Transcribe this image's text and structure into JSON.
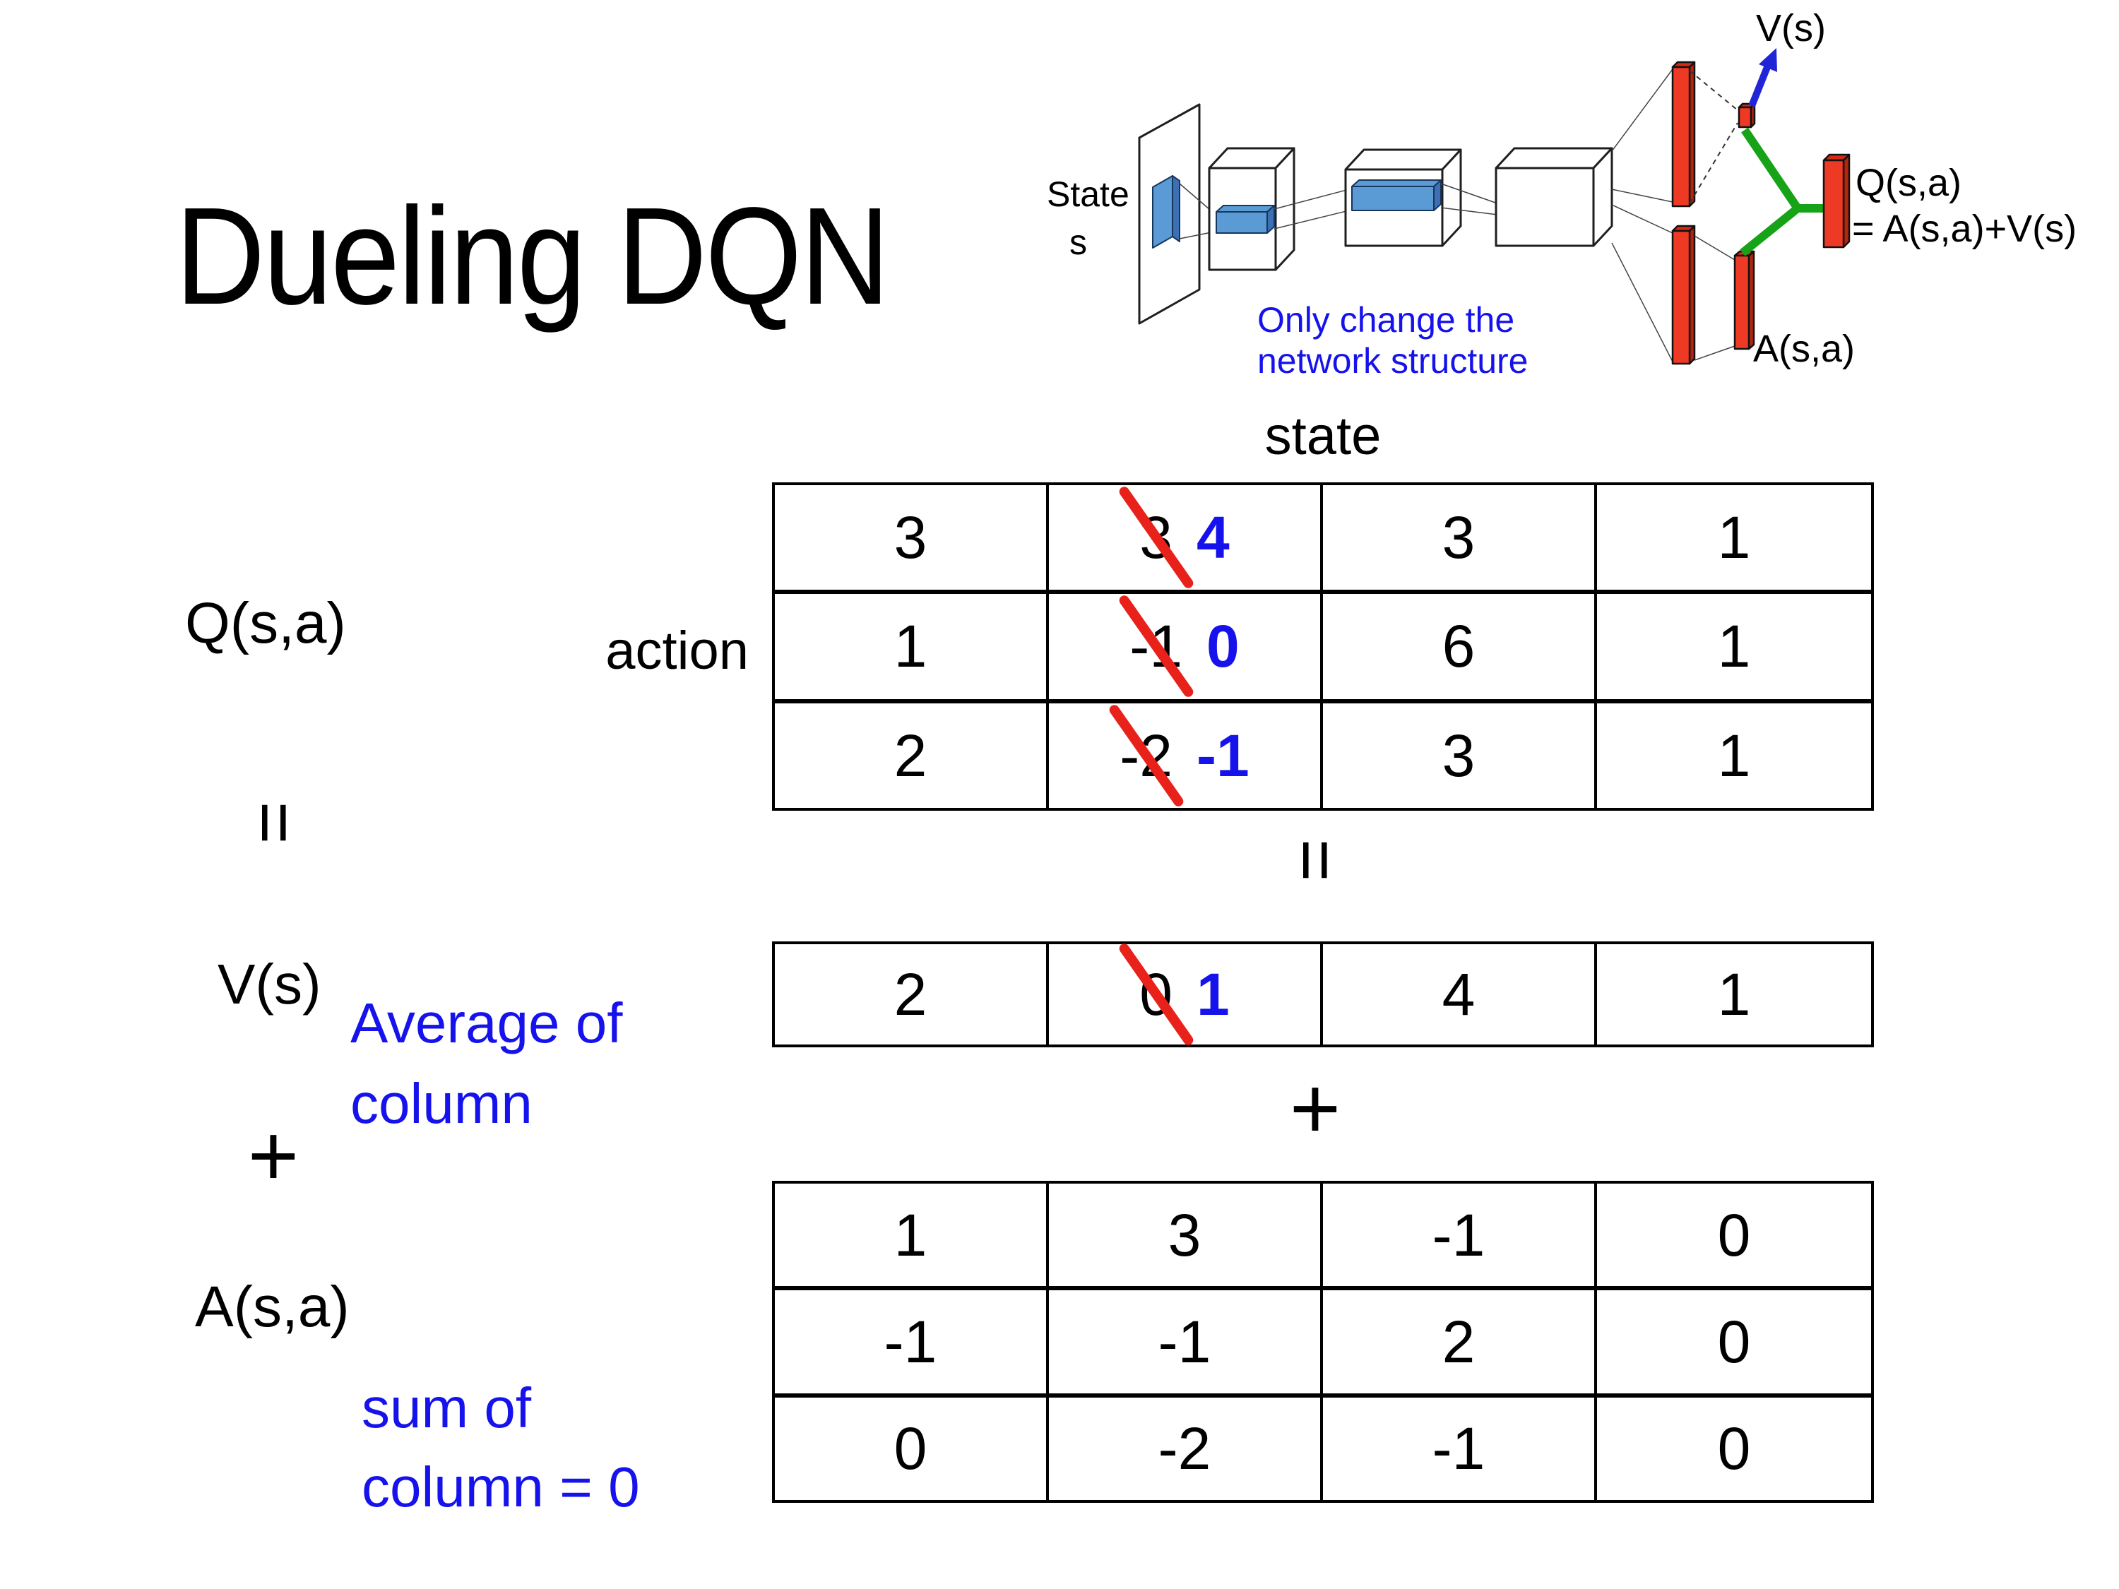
{
  "title": "Dueling DQN",
  "colors": {
    "accent_blue": "#1612EC",
    "strike_red": "#E8211A",
    "bar_red": "#EE3A24",
    "combiner_green": "#17A317",
    "feature_blue": "#5B9BD5",
    "arrow_blue": "#2025D8"
  },
  "diagram": {
    "input_label_1": "State",
    "input_label_2": "s",
    "v_output": "V(s)",
    "q_output_1": "Q(s,a)",
    "q_output_2": "= A(s,a)+V(s)",
    "a_output": "A(s,a)",
    "note_1": "Only change the",
    "note_2": "network structure"
  },
  "matrix_section": {
    "state_label": "state",
    "action_label": "action",
    "q_label": "Q(s,a)",
    "v_label": "V(s)",
    "a_label": "A(s,a)",
    "equals_symbol": "=",
    "plus_symbol": "+",
    "avg_note_1": "Average of",
    "avg_note_2": "column",
    "sum_note_1": "sum of",
    "sum_note_2": "column = 0"
  },
  "q_table": {
    "rows": [
      [
        {
          "value": "3"
        },
        {
          "value": "3",
          "struck": true,
          "replacement": "4"
        },
        {
          "value": "3"
        },
        {
          "value": "1"
        }
      ],
      [
        {
          "value": "1"
        },
        {
          "value": "-1",
          "struck": true,
          "replacement": "0"
        },
        {
          "value": "6"
        },
        {
          "value": "1"
        }
      ],
      [
        {
          "value": "2"
        },
        {
          "value": "-2",
          "struck": true,
          "replacement": "-1"
        },
        {
          "value": "3"
        },
        {
          "value": "1"
        }
      ]
    ]
  },
  "v_table": {
    "rows": [
      [
        {
          "value": "2"
        },
        {
          "value": "0",
          "struck": true,
          "replacement": "1"
        },
        {
          "value": "4"
        },
        {
          "value": "1"
        }
      ]
    ]
  },
  "a_table": {
    "rows": [
      [
        {
          "value": "1"
        },
        {
          "value": "3"
        },
        {
          "value": "-1"
        },
        {
          "value": "0"
        }
      ],
      [
        {
          "value": "-1"
        },
        {
          "value": "-1"
        },
        {
          "value": "2"
        },
        {
          "value": "0"
        }
      ],
      [
        {
          "value": "0"
        },
        {
          "value": "-2"
        },
        {
          "value": "-1"
        },
        {
          "value": "0"
        }
      ]
    ]
  }
}
